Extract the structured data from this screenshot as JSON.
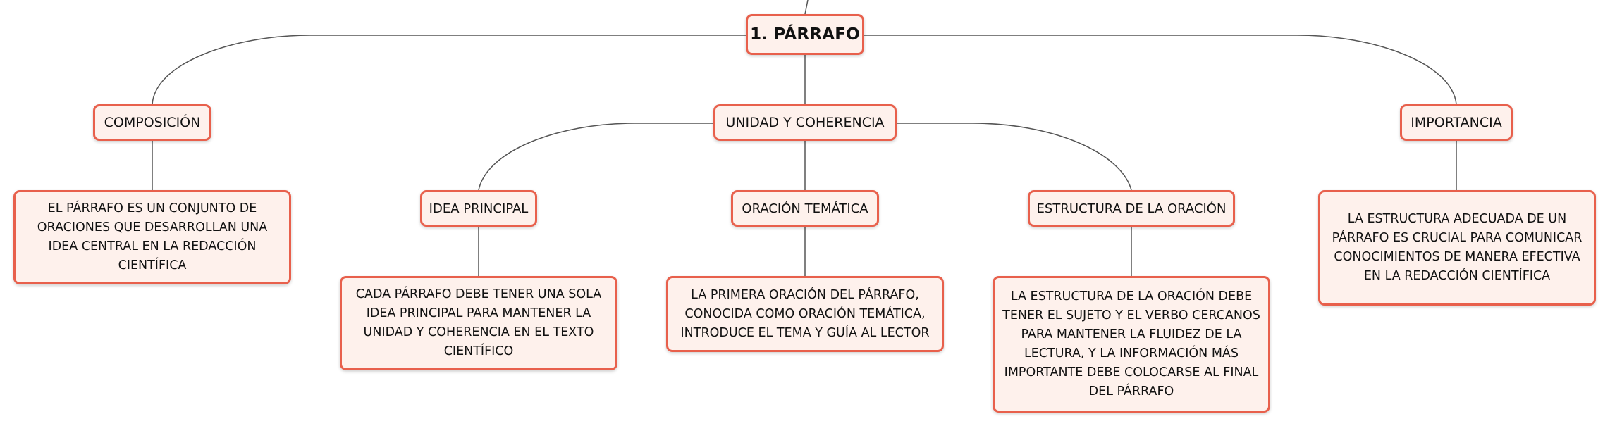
{
  "root": {
    "label": "1. PÁRRAFO"
  },
  "composicion": {
    "label": "COMPOSICIÓN",
    "description": "EL PÁRRAFO ES UN CONJUNTO DE ORACIONES QUE DESARROLLAN UNA IDEA CENTRAL EN LA REDACCIÓN CIENTÍFICA"
  },
  "unidad": {
    "label": "UNIDAD Y COHERENCIA",
    "children": {
      "idea_principal": {
        "label": "IDEA PRINCIPAL",
        "description": "CADA PÁRRAFO DEBE TENER UNA SOLA IDEA PRINCIPAL PARA MANTENER LA UNIDAD Y COHERENCIA EN EL TEXTO CIENTÍFICO"
      },
      "oracion_tematica": {
        "label": "ORACIÓN TEMÁTICA",
        "description": "LA PRIMERA ORACIÓN DEL PÁRRAFO, CONOCIDA COMO ORACIÓN TEMÁTICA, INTRODUCE EL TEMA Y GUÍA AL LECTOR"
      },
      "estructura": {
        "label": "ESTRUCTURA DE LA ORACIÓN",
        "description": "LA ESTRUCTURA DE LA ORACIÓN DEBE TENER EL SUJETO Y EL VERBO CERCANOS PARA MANTENER LA FLUIDEZ DE LA LECTURA, Y LA INFORMACIÓN MÁS IMPORTANTE DEBE COLOCARSE AL FINAL DEL PÁRRAFO"
      }
    }
  },
  "importancia": {
    "label": "IMPORTANCIA",
    "description": "LA ESTRUCTURA ADECUADA DE UN PÁRRAFO ES CRUCIAL PARA COMUNICAR CONOCIMIENTOS DE MANERA EFECTIVA EN LA REDACCIÓN CIENTÍFICA"
  },
  "colors": {
    "node_border": "#e8604c",
    "node_fill": "#fef1ec",
    "connector": "#555555"
  }
}
